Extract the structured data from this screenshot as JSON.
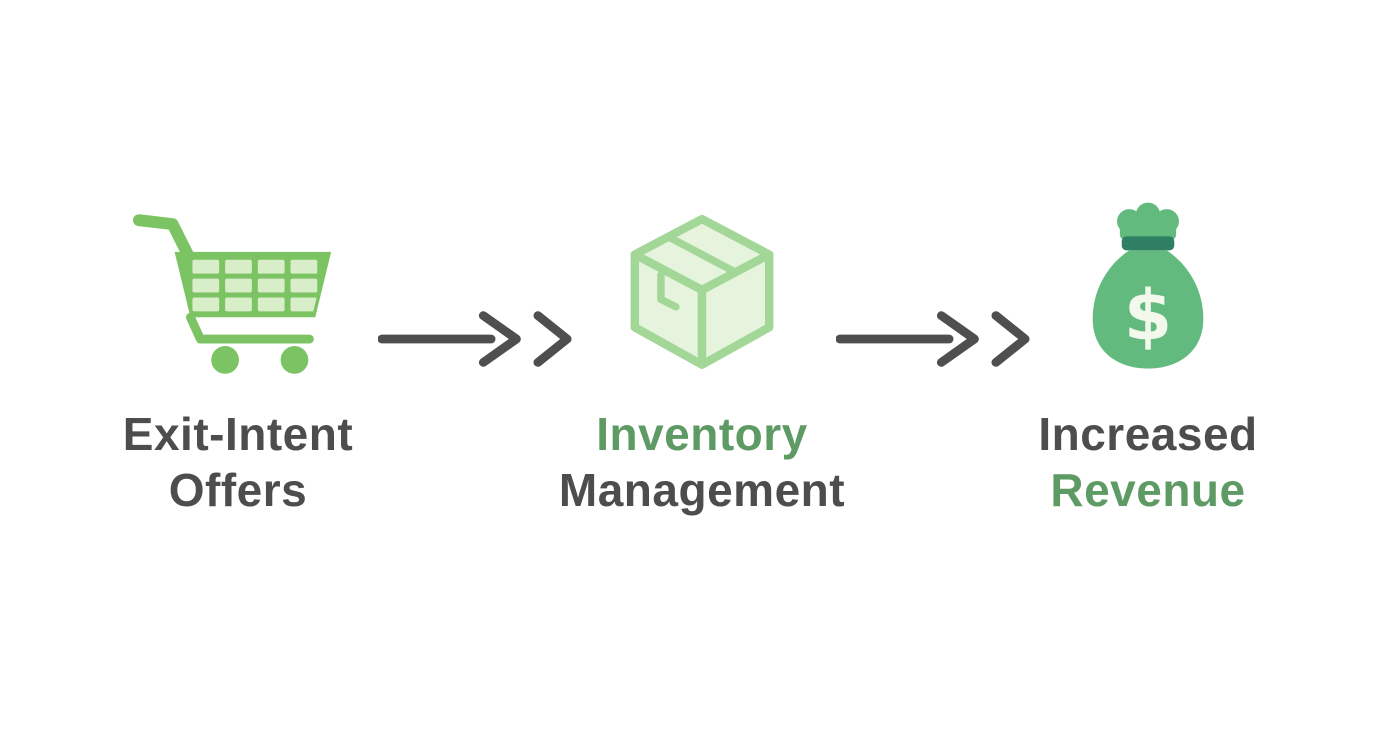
{
  "diagram": {
    "steps": [
      {
        "icon": "shopping-cart-icon",
        "label_line1": "Exit-Intent",
        "label_line2": "Offers"
      },
      {
        "icon": "package-box-icon",
        "label_line1": "Inventory",
        "label_line2": "Management"
      },
      {
        "icon": "money-bag-icon",
        "label_line1": "Increased",
        "label_line2": "Revenue"
      }
    ],
    "arrows": [
      {
        "icon": "arrow-right-icon"
      },
      {
        "icon": "arrow-right-icon"
      }
    ],
    "colors": {
      "background": "#ffffff",
      "icon_green": "#7cc463",
      "icon_green_light": "#d8eec9",
      "box_outline": "#a3d798",
      "box_fill": "#e6f4de",
      "bag_green": "#62ba7e",
      "bag_tie": "#2e7f63",
      "dollar_cream": "#f3f8ec",
      "text_dark": "#4d4d4d",
      "text_green": "#5e9a63",
      "arrow_gray": "#4f4f4f"
    }
  }
}
